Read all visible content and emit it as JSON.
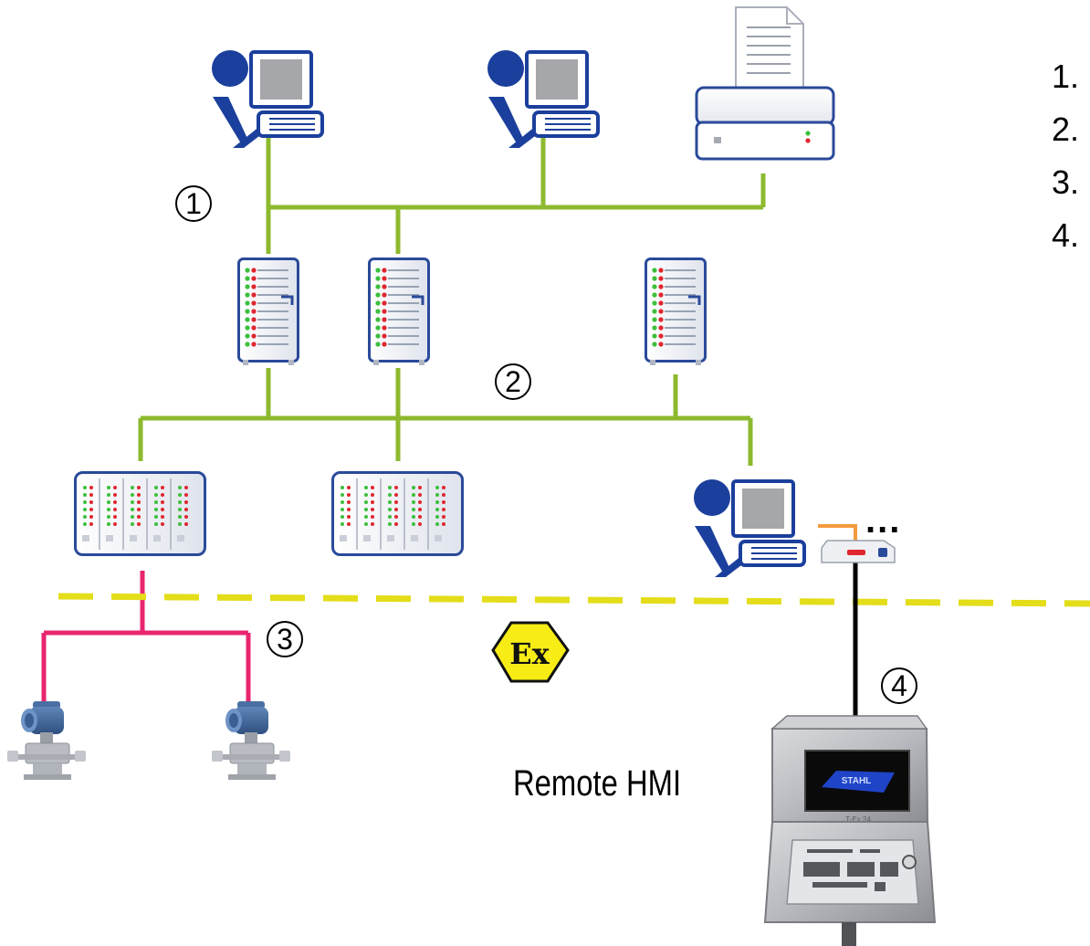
{
  "network_labels": [
    "1",
    "2",
    "3",
    "4"
  ],
  "legend_items": [
    "1.",
    "2.",
    "3.",
    "4."
  ],
  "hmi_label": "Remote HMI",
  "continuation": "...",
  "ex_symbol": "Ex",
  "hmi_screen_logo": "STAHL",
  "hmi_model": "T-Ex 24",
  "colors": {
    "network_bus": "#8db92e",
    "fieldbus": "#e8256e",
    "hazardous_zone_boundary": "#e3dd1a",
    "extender_cable": "#f59a3d",
    "remote_cable": "#000000",
    "icon_blue": "#1b3f9c",
    "device_outline": "#2a4a9a"
  }
}
